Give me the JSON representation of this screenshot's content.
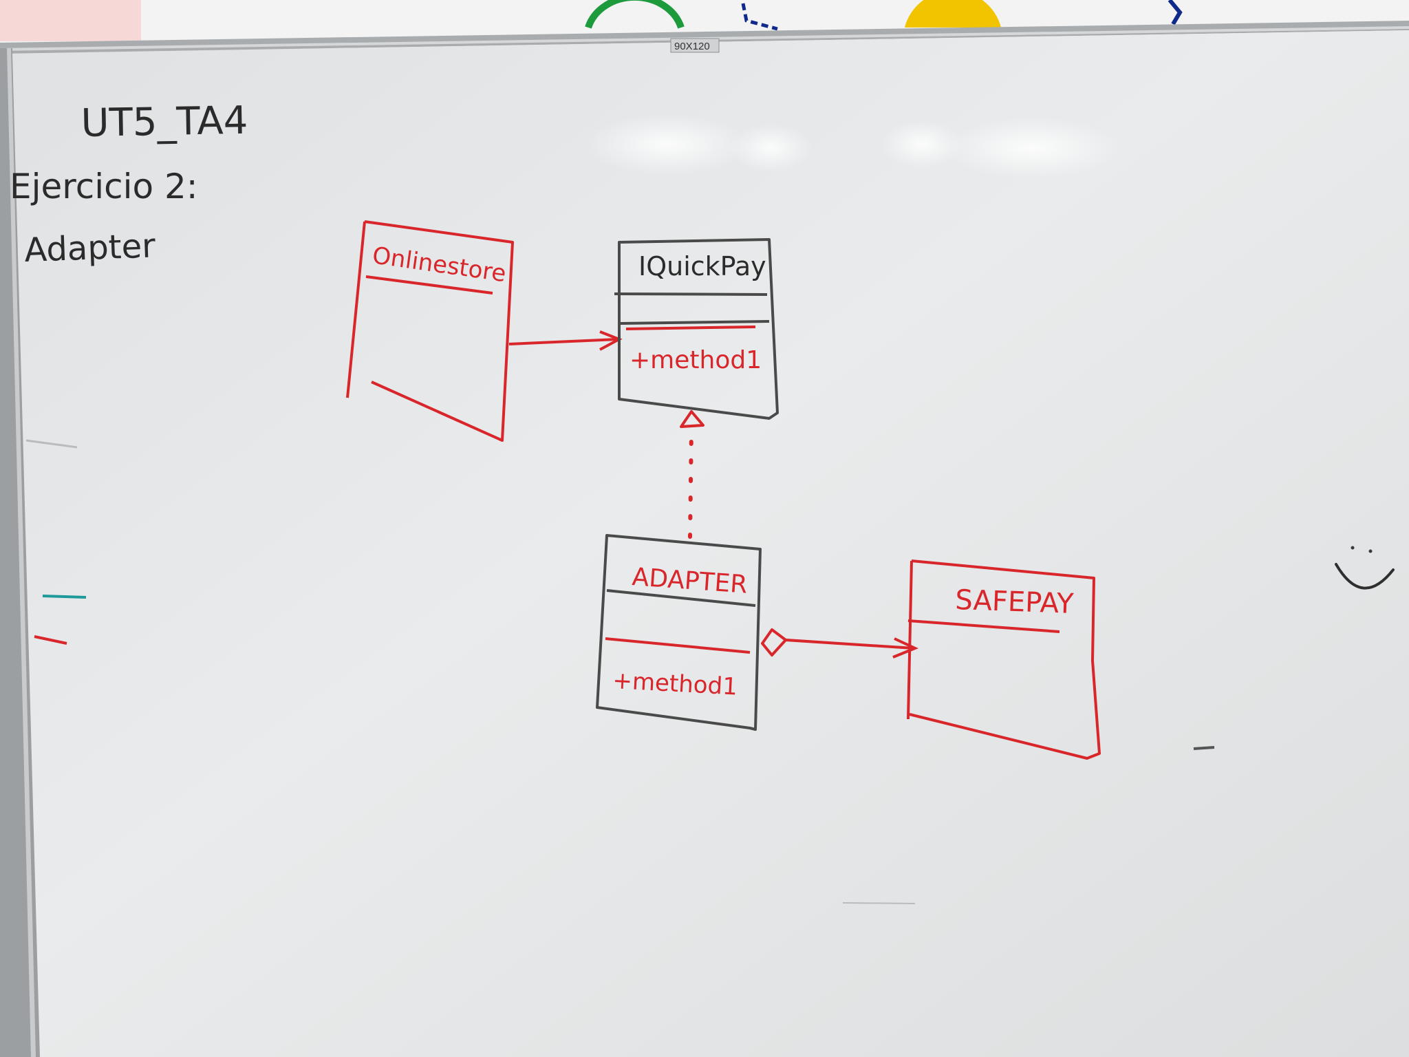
{
  "board": {
    "size_label": "90X120",
    "title": "UT5_TA4",
    "exercise": "Ejercicio 2:",
    "pattern": "Adapter"
  },
  "diagram": {
    "client_class": {
      "name": "Onlinestore"
    },
    "target_interface": {
      "name": "IQuickPay",
      "method": "+method1"
    },
    "adapter_class": {
      "name": "ADAPTER",
      "method": "+method1"
    },
    "adaptee_class": {
      "name": "SAFEPAY"
    }
  },
  "colors": {
    "board": "#e6e8ea",
    "frame": "#b9bcbe",
    "marker_black": "#2b2b2b",
    "marker_red": "#d8262b"
  }
}
